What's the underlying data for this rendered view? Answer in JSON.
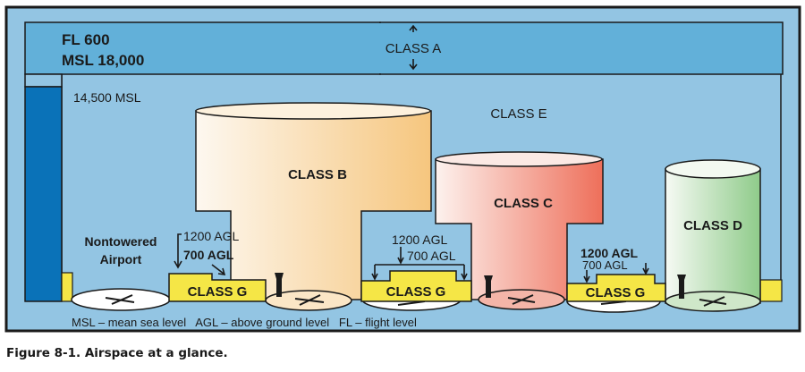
{
  "colors": {
    "sky": "#93c5e3",
    "class_a_band": "#62b0d9",
    "left_bar": "#0a72b8",
    "class_g": "#f5e646",
    "class_b_start": "#fdf8f0",
    "class_b_end": "#f6c67e",
    "class_c_start": "#fdf2ee",
    "class_c_end": "#ee6f5a",
    "class_d_start": "#f6faf4",
    "class_d_end": "#8fcb8a",
    "outline": "#1a1a1a"
  },
  "diagram": {
    "top_labels": {
      "fl": "FL 600",
      "msl": "MSL 18,000",
      "class_a": "CLASS A"
    },
    "left_label": "14,500 MSL",
    "class_e": "CLASS E",
    "class_b": "CLASS B",
    "class_c": "CLASS C",
    "class_d": "CLASS D",
    "class_g": [
      "CLASS G",
      "CLASS G",
      "CLASS G"
    ],
    "nontowered": {
      "line1": "Nontowered",
      "line2": "Airport",
      "agl_high": "1200 AGL",
      "agl_low": "700 AGL"
    },
    "middle_g": {
      "agl_high": "1200 AGL",
      "agl_low": "700 AGL"
    },
    "right_g": {
      "agl_high": "1200 AGL",
      "agl_low": "700 AGL"
    },
    "legend": "MSL – mean sea level   AGL – above ground level   FL – flight level"
  },
  "caption": "Figure 8-1. Airspace at a glance."
}
